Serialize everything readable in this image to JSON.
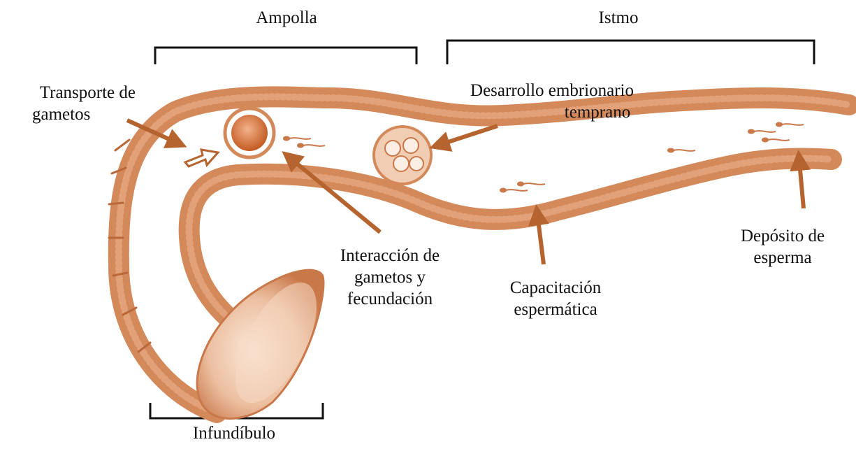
{
  "colors": {
    "tissue": "#d4895a",
    "tissue_dark": "#b9683a",
    "arrow": "#b5642f",
    "bracket": "#111111",
    "lumen": "#ffffff"
  },
  "regions": {
    "ampulla": "Ampolla",
    "isthmus": "Istmo",
    "infundibulum": "Infundíbulo"
  },
  "annotations": {
    "gamete_transport": [
      "Transporte de",
      "gametos"
    ],
    "early_development": [
      "Desarrollo embrionario",
      "temprano"
    ],
    "fertilization": [
      "Interacción de",
      "gametos y",
      "fecundación"
    ],
    "capacitation": [
      "Capacitación",
      "espermática"
    ],
    "sperm_reservoir": [
      "Depósito de",
      "esperma"
    ]
  }
}
